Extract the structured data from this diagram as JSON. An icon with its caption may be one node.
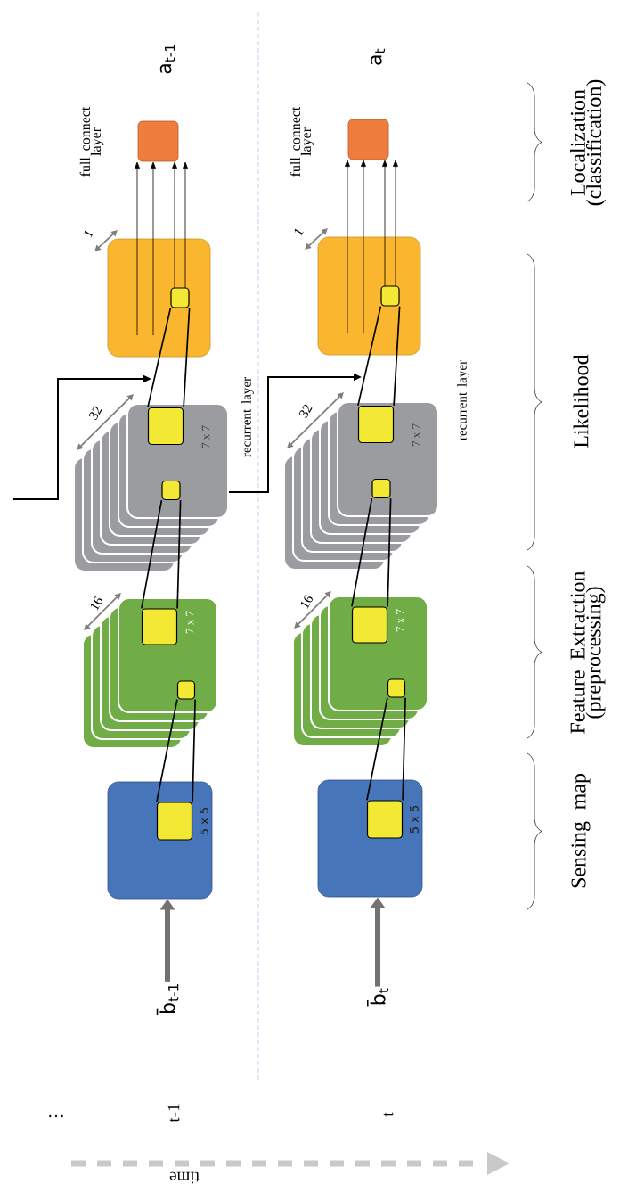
{
  "diagram": {
    "nodes": [
      {
        "text": [
          "b̄$_{t-1}$"
        ]
      },
      {
        "text": [
          "5 x 5"
        ]
      },
      {
        "text": [],
        "shape": "box",
        "in": 1
      },
      {
        "text": [
          "7 x 7"
        ]
      },
      {
        "text": [],
        "shape": "box",
        "in": 3
      },
      {
        "text": [],
        "shape": "box",
        "in": 3
      },
      {
        "text": [
          "7 x 7"
        ]
      },
      {
        "text": [],
        "shape": "box",
        "in": 6
      },
      {
        "text": [],
        "shape": "box",
        "in": 6
      },
      {
        "text": [],
        "shape": "box"
      },
      {
        "text": [],
        "shape": "box",
        "in": 9
      },
      {
        "text": [],
        "shape": "box",
        "beside": [
          "a$_{t-1}$"
        ]
      },
      {
        "text": [
          "b̄$_{t}$"
        ]
      },
      {
        "text": [
          "5 x 5"
        ]
      },
      {
        "text": [],
        "shape": "box",
        "in": 13
      },
      {
        "text": [
          "7 x 7"
        ]
      },
      {
        "text": [],
        "shape": "box",
        "in": 15
      },
      {
        "text": [],
        "shape": "box",
        "in": 15
      },
      {
        "text": [
          "7 x 7"
        ]
      },
      {
        "text": [],
        "shape": "box",
        "in": 18
      },
      {
        "text": [],
        "shape": "box",
        "in": 18
      },
      {
        "text": [],
        "shape": "box"
      },
      {
        "text": [],
        "shape": "box",
        "in": 21
      },
      {
        "text": [],
        "shape": "box",
        "beside": [
          "a$_{t}$"
        ]
      }
    ],
    "edges": [
      {
        "from": 0,
        "to": 1,
        "arrow": "to",
        "style": "thick",
        "color": "#767171"
      },
      {
        "from": 2,
        "to": 5,
        "arrow": "none"
      },
      {
        "from": 2,
        "to": 5,
        "arrow": "none"
      },
      {
        "from": 4,
        "to": 8,
        "arrow": "none"
      },
      {
        "from": 4,
        "to": 8,
        "arrow": "none"
      },
      {
        "from": 7,
        "to": 10,
        "arrow": "none"
      },
      {
        "from": 7,
        "to": 10,
        "arrow": "none"
      },
      {
        "from": 9,
        "to": 11,
        "arrow": "to"
      },
      {
        "from": 9,
        "to": 11,
        "arrow": "to"
      },
      {
        "from": 10,
        "to": 11,
        "arrow": "to"
      },
      {
        "from": 10,
        "to": 11,
        "arrow": "to"
      },
      {
        "from": null,
        "to": 9,
        "arrow": "to"
      },
      {
        "from": 12,
        "to": 13,
        "arrow": "to",
        "style": "thick",
        "color": "#767171"
      },
      {
        "from": 14,
        "to": 17,
        "arrow": "none"
      },
      {
        "from": 14,
        "to": 17,
        "arrow": "none"
      },
      {
        "from": 16,
        "to": 20,
        "arrow": "none"
      },
      {
        "from": 16,
        "to": 20,
        "arrow": "none"
      },
      {
        "from": 19,
        "to": 22,
        "arrow": "none"
      },
      {
        "from": 19,
        "to": 22,
        "arrow": "none"
      },
      {
        "from": 21,
        "to": 23,
        "arrow": "to"
      },
      {
        "from": 21,
        "to": 23,
        "arrow": "to"
      },
      {
        "from": 22,
        "to": 23,
        "arrow": "to"
      },
      {
        "from": 22,
        "to": 23,
        "arrow": "to"
      },
      {
        "from": 6,
        "to": 21,
        "arrow": "to"
      }
    ],
    "labels": [
      "full connect layer",
      "1",
      "32",
      "16",
      "recurrent layer",
      "full connect layer",
      "1",
      "32",
      "16",
      "recurrent layer",
      "…",
      "t-1",
      "t",
      "time",
      "Sensing map",
      "Feature Extraction (preprocessing)",
      "Likelihood",
      "Localization (classification)"
    ]
  }
}
